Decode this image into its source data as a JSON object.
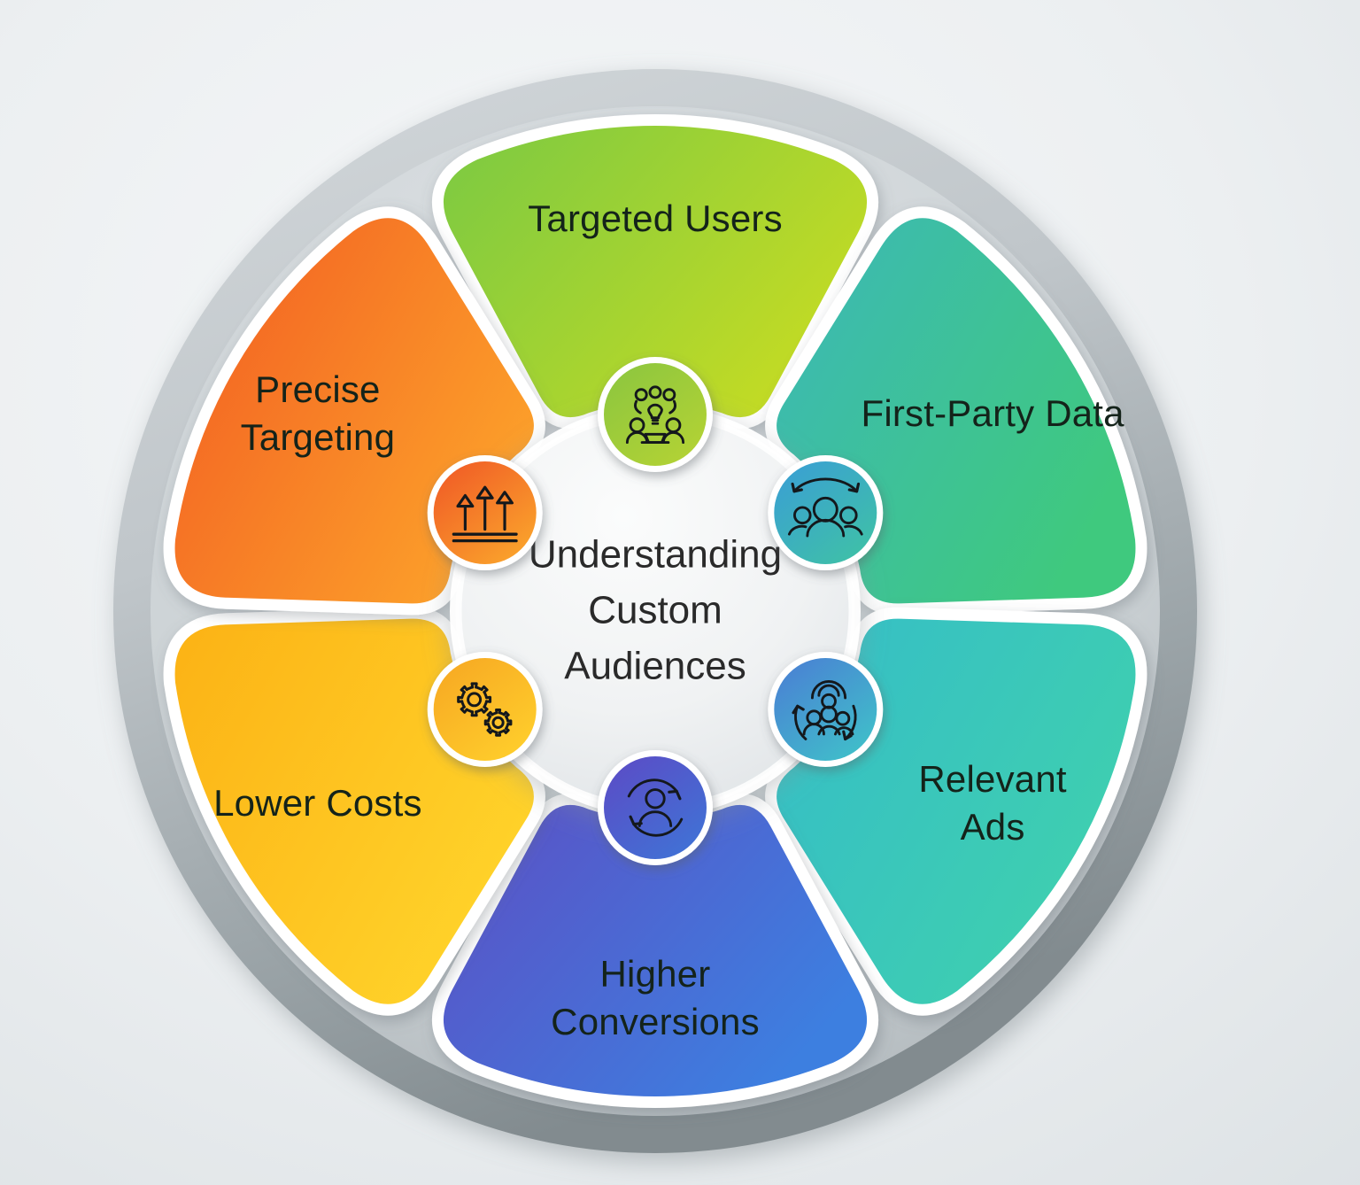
{
  "diagram": {
    "title": "Understanding Custom Audiences",
    "hub": {
      "line1": "Understanding",
      "line2": "Custom",
      "line3": "Audiences",
      "fill_color": "#f2f4f5"
    },
    "background_color": "#eef1f3",
    "ring_color": "#b9bfc3",
    "petal_border_color": "#ffffff",
    "segments": [
      {
        "id": "targeted-users",
        "label_lines": [
          "Targeted Users"
        ],
        "angle_deg": -90,
        "color_from": "#7ac943",
        "color_to": "#c3db24",
        "icon_name": "people-idea-icon",
        "icon_color_from": "#8cc63f",
        "icon_color_to": "#b5d334"
      },
      {
        "id": "first-party-data",
        "label_lines": [
          "First-Party Data"
        ],
        "angle_deg": -30,
        "color_from": "#3cb8b8",
        "color_to": "#3fc97e",
        "icon_name": "group-cycle-icon",
        "icon_color_from": "#3a9fd4",
        "icon_color_to": "#3fc2a5"
      },
      {
        "id": "relevant-ads",
        "label_lines": [
          "Relevant",
          "Ads"
        ],
        "angle_deg": 30,
        "color_from": "#35bdc8",
        "color_to": "#3fd0ae",
        "icon_name": "target-audience-icon",
        "icon_color_from": "#4a7fd4",
        "icon_color_to": "#3fc3c9"
      },
      {
        "id": "higher-conversions",
        "label_lines": [
          "Higher",
          "Conversions"
        ],
        "angle_deg": 90,
        "color_from": "#5c4fc4",
        "color_to": "#3d7fe0",
        "icon_name": "user-conversion-icon",
        "icon_color_from": "#5b4cc6",
        "icon_color_to": "#3f74d6"
      },
      {
        "id": "lower-costs",
        "label_lines": [
          "Lower Costs"
        ],
        "angle_deg": 150,
        "color_from": "#fcb215",
        "color_to": "#ffd32a",
        "icon_name": "gears-icon",
        "icon_color_from": "#f7a823",
        "icon_color_to": "#ffd02c"
      },
      {
        "id": "precise-targeting",
        "label_lines": [
          "Precise",
          "Targeting"
        ],
        "angle_deg": -150,
        "color_from": "#f25a22",
        "color_to": "#fca02a",
        "icon_name": "growth-arrows-icon",
        "icon_color_from": "#f05a26",
        "icon_color_to": "#fba82c"
      }
    ]
  }
}
